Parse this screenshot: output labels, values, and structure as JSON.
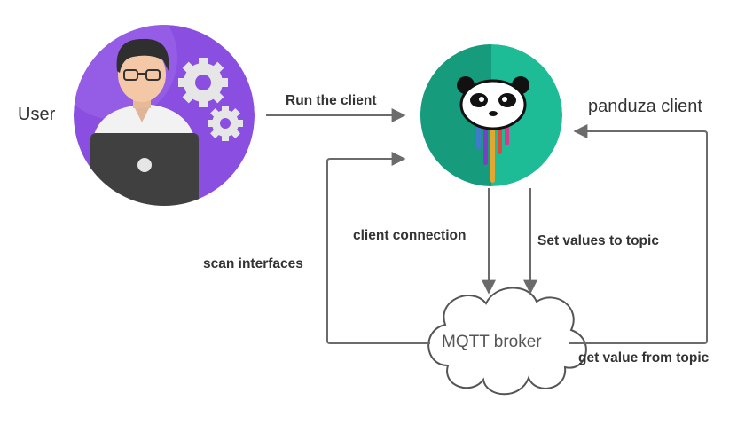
{
  "nodes": {
    "user": {
      "label": "User",
      "icon": "user-at-laptop-icon"
    },
    "client": {
      "label": "panduza client",
      "icon": "panduza-panda-logo"
    },
    "broker": {
      "label": "MQTT broker",
      "icon": "cloud-icon"
    }
  },
  "edges": {
    "run_client": "Run the client",
    "client_connection": "client connection",
    "set_values": "Set values to topic",
    "scan_interfaces": "scan interfaces",
    "get_value": "get value from topic"
  },
  "colors": {
    "user_circle": "#8a4fe0",
    "client_circle": "#1dbb96",
    "client_circle_dark": "#169c7d",
    "connector": "#6b6b6b",
    "text": "#333333"
  }
}
